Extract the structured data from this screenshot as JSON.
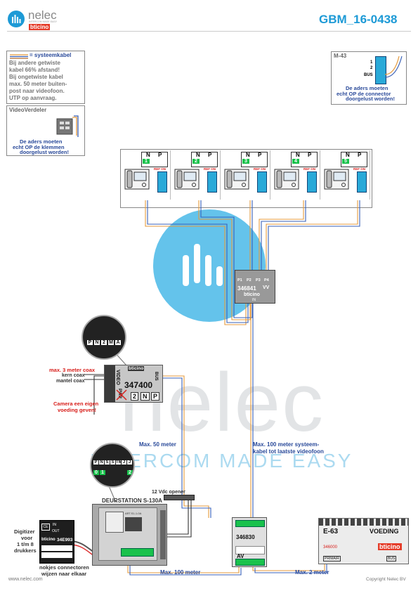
{
  "header": {
    "logo_text": "nelec",
    "logo_sub": "INTERCOM MADE EASY",
    "brand": "bticino",
    "doc_code": "GBM_16-0438"
  },
  "legend": {
    "cable_label": "= systeemkabel",
    "note_lines": [
      "Bij andere getwiste",
      "kabel 66% afstand!",
      "Bij ongetwiste kabel",
      "max. 50 meter buiten-",
      "post naar videofoon.",
      "UTP op aanvraag."
    ]
  },
  "video_verdeler": {
    "title": "VideoVerdeler",
    "note_lines": [
      "De aders moeten",
      "echt OP de klemmen",
      "doorgelust worden!"
    ]
  },
  "m43": {
    "title": "M-43",
    "label_1": "1",
    "label_2": "2",
    "label_bus": "BUS",
    "note_lines": [
      "De aders moeten",
      "echt OP de connector",
      "doorgelust worden!"
    ]
  },
  "units": [
    {
      "n": "N",
      "p": "P",
      "num": "1",
      "ref": "REF ON"
    },
    {
      "n": "N",
      "p": "P",
      "num": "2",
      "ref": "REF ON"
    },
    {
      "n": "N",
      "p": "P",
      "num": "3",
      "ref": "REF ON"
    },
    {
      "n": "N",
      "p": "P",
      "num": "4",
      "ref": "REF ON"
    },
    {
      "n": "N",
      "p": "P",
      "num": "5",
      "ref": "REF ON"
    }
  ],
  "distributor": {
    "ports": [
      "P1",
      "P2",
      "P3",
      "P4"
    ],
    "model": "346841",
    "vv": "VV",
    "in_label": "IN",
    "brand": "bticino"
  },
  "interface": {
    "model": "347400",
    "video_label": "VIDEO",
    "bus_label": "BUS",
    "pwr_label": "PWR",
    "terminals": [
      "2",
      "N",
      "P"
    ],
    "brand": "bticino",
    "zoom_terminals": [
      "P",
      "N",
      "2",
      "M",
      "A"
    ],
    "coax_max": "max. 3 meter coax",
    "coax_core": "kern coax",
    "coax_shield": "mantel coax",
    "camera_power_1": "Camera een eigen",
    "camera_power_2": "voeding geven!"
  },
  "door_station": {
    "title": "DEURSTATION S-130A",
    "opener": "12 Vdc opener",
    "zoom_terminals": [
      "P",
      "N",
      "S",
      "S",
      "TM",
      "J",
      "J"
    ],
    "zoom_sub": [
      "0",
      "1",
      "2"
    ],
    "model_small": "ART.S1-1-0A"
  },
  "digitizer": {
    "model": "34E993",
    "brand": "bticino",
    "in_label": "IN",
    "out_label": "OUT",
    "label_lines": [
      "Digitizer",
      "voor",
      "1 t/m 8",
      "drukkers"
    ],
    "note_lines": [
      "nokjes connectoren",
      "wijzen naar elkaar"
    ]
  },
  "power_346830": {
    "model": "346830",
    "av_label": "AV"
  },
  "power_e63": {
    "title": "E-63",
    "voeding": "VOEDING",
    "model": "346000",
    "brand": "bticino",
    "primair": "PRIMAIR",
    "bus": "BUS"
  },
  "distances": {
    "max50": "Max. 50 meter",
    "max100_line1": "Max. 100 meter systeem-",
    "max100_line2": "kabel tot laatste videofoon",
    "max100": "Max. 100 meter",
    "max2": "Max. 2 meter"
  },
  "footer": {
    "website": "www.nelec.com",
    "copyright": "Copyright Nelec BV"
  },
  "watermark": {
    "text": "nelec",
    "sub": "INTERCOM MADE EASY"
  },
  "colors": {
    "brand_blue": "#1d9ad6",
    "note_blue": "#2a4a9a",
    "warning_red": "#d8201c",
    "terminal_green": "#19c24c",
    "cable_orange": "#e59a3c",
    "cable_blue": "#3a62b8"
  }
}
